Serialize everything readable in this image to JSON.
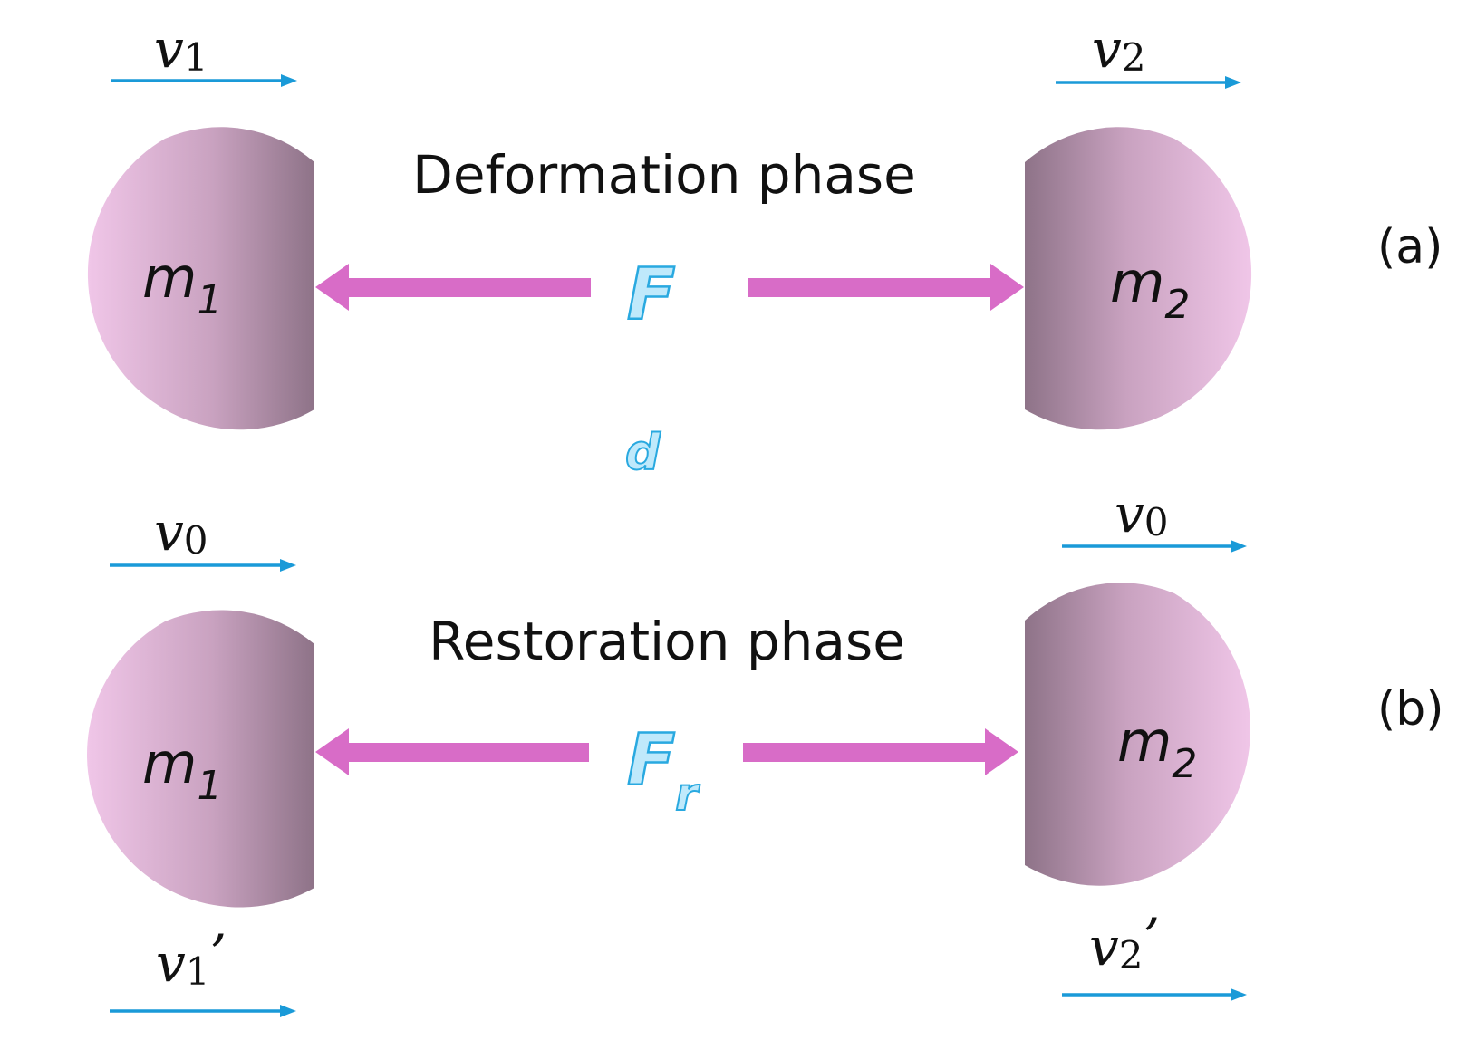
{
  "panel_a": {
    "title": "Deformation phase",
    "label": "(a)",
    "left_mass": {
      "symbol": "m",
      "subscript": "1"
    },
    "right_mass": {
      "symbol": "m",
      "subscript": "2"
    },
    "left_velocity": {
      "symbol": "v",
      "subscript": "1",
      "prime": ""
    },
    "right_velocity": {
      "symbol": "v",
      "subscript": "2",
      "prime": ""
    },
    "force": {
      "symbol": "F",
      "subscript": ""
    },
    "deformation_label": "d"
  },
  "panel_b": {
    "title": "Restoration phase",
    "label": "(b)",
    "left_mass": {
      "symbol": "m",
      "subscript": "1"
    },
    "right_mass": {
      "symbol": "m",
      "subscript": "2"
    },
    "top_left_velocity": {
      "symbol": "v",
      "subscript": "0"
    },
    "top_right_velocity": {
      "symbol": "v",
      "subscript": "0"
    },
    "bottom_left_velocity": {
      "symbol": "v",
      "subscript": "1",
      "prime": "’"
    },
    "bottom_right_velocity": {
      "symbol": "v",
      "subscript": "2",
      "prime": "’"
    },
    "force": {
      "symbol": "F",
      "subscript": "r"
    }
  },
  "colors": {
    "mass_light": "#f0c6e8",
    "mass_dark": "#8e7388",
    "force_arrow": "#d86cc7",
    "velocity_arrow": "#1a9ad8",
    "force_label_fill": "#bfe9fb",
    "force_label_stroke": "#29a9e0"
  }
}
